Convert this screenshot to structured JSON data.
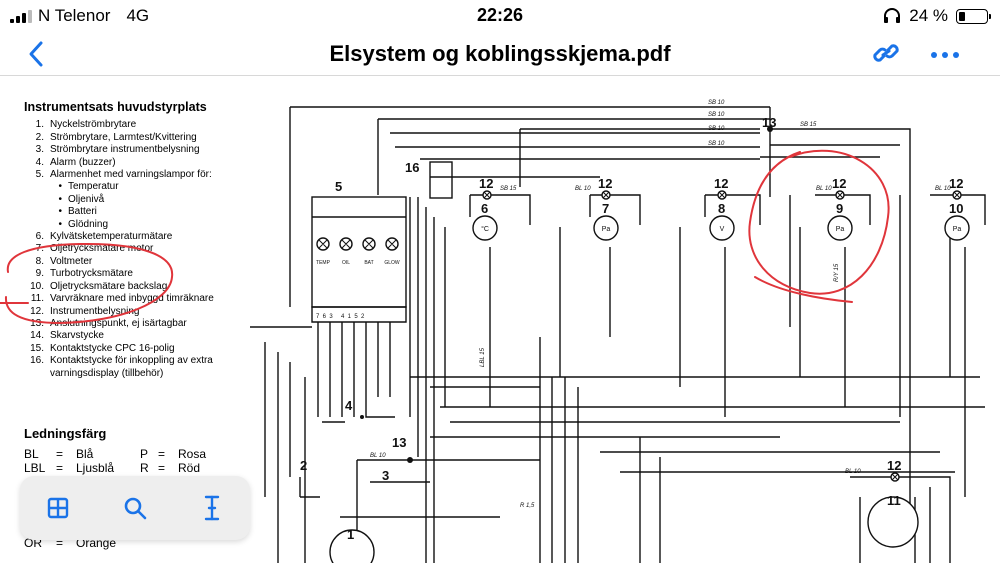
{
  "status_bar": {
    "carrier": "N Telenor",
    "network": "4G",
    "time": "22:26",
    "battery": "24 %",
    "battery_level": 0.24
  },
  "nav": {
    "title": "Elsystem og koblingsskjema.pdf"
  },
  "document": {
    "legend_title": "Instrumentsats huvudstyrplats",
    "legend_items": [
      {
        "n": "1.",
        "t": "Nyckelströmbrytare"
      },
      {
        "n": "2.",
        "t": "Strömbrytare,  Larmtest/Kvittering"
      },
      {
        "n": "3.",
        "t": "Strömbrytare  instrumentbelysning"
      },
      {
        "n": "4.",
        "t": "Alarm  (buzzer)"
      },
      {
        "n": "5.",
        "t": "Alarmenhet med varningslampor för:"
      },
      {
        "n": "•",
        "t": "Temperatur",
        "sub": true
      },
      {
        "n": "•",
        "t": "Oljenivå",
        "sub": true
      },
      {
        "n": "•",
        "t": "Batteri",
        "sub": true
      },
      {
        "n": "•",
        "t": "Glödning",
        "sub": true
      },
      {
        "n": "6.",
        "t": "Kylvätsketemperaturmätare"
      },
      {
        "n": "7.",
        "t": "Oljetrycksmätare  motor"
      },
      {
        "n": "8.",
        "t": "Voltmeter"
      },
      {
        "n": "9.",
        "t": "Turbotrycksmätare"
      },
      {
        "n": "10.",
        "t": "Oljetrycksmätare  backslag"
      },
      {
        "n": "11.",
        "t": "Varvräknare  med inbyggd  timräknare"
      },
      {
        "n": "12.",
        "t": "Instrumentbelysning"
      },
      {
        "n": "13.",
        "t": "Anslutningspunkt,  ej isärtagbar"
      },
      {
        "n": "14.",
        "t": "Skarvstycke"
      },
      {
        "n": "15.",
        "t": "Kontaktstycke  CPC  16-polig"
      },
      {
        "n": "16.",
        "t": "Kontaktstycke  för  inkoppling  av  extra"
      },
      {
        "n": "",
        "t": "varningsdisplay  (tillbehör)"
      }
    ],
    "colors_title": "Ledningsfärg",
    "color_rows": [
      {
        "a": "BL",
        "b": "=",
        "c": "Blå",
        "d": "P",
        "e": "=",
        "f": "Rosa"
      },
      {
        "a": "LBL",
        "b": "=",
        "c": "Ljusblå",
        "d": "R",
        "e": "=",
        "f": "Röd"
      }
    ],
    "color_partial": {
      "a": "OR",
      "b": "=",
      "c": "Orange"
    },
    "schematic": {
      "labels": {
        "n13_top": "13",
        "n16": "16",
        "n5": "5",
        "n4": "4",
        "n13_low": "13",
        "n2": "2",
        "n3": "3",
        "n12a": "12",
        "n12b": "12",
        "n12c": "12",
        "n12d": "12",
        "n12e": "12",
        "n12f": "12",
        "n6": "6",
        "n7": "7",
        "n8": "8",
        "n9": "9",
        "n10": "10",
        "n11": "11",
        "n1": "1",
        "g6": "°C",
        "g7": "Pa",
        "g8": "V",
        "g9": "Pa",
        "g10": "Pa",
        "lamp1": "TEMP",
        "lamp2": "OIL",
        "lamp3": "BAT",
        "lamp4": "GLOW",
        "pins": "7  6  3     4  1  5  2",
        "w1": "SB 10",
        "w2": "SB 10",
        "w3": "SB 10",
        "w4": "SB 15",
        "w5": "SB 10",
        "w6": "BL 10",
        "w7": "SB 15",
        "w8": "BL 10",
        "w9": "R/Y 15",
        "w10": "BL 10",
        "w11": "LBL 15",
        "w12": "R 1,5",
        "w13": "BL 10",
        "w14": "BL 10"
      }
    }
  },
  "toolbar": {
    "items": [
      "thumbnails-icon",
      "search-icon",
      "text-cursor-icon"
    ]
  },
  "colors": {
    "accent": "#1a73e8",
    "annotation": "#e0353b"
  }
}
